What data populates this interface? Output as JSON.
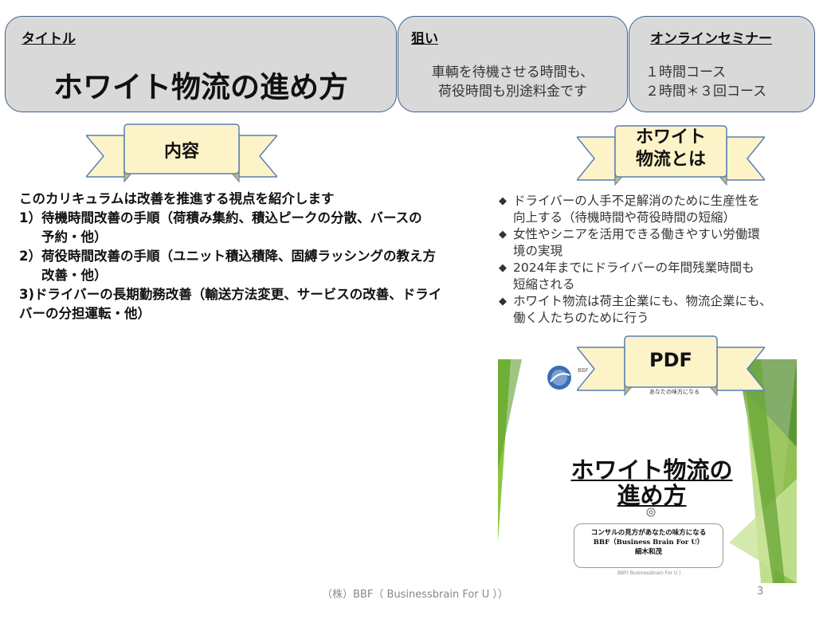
{
  "header": {
    "title_box": {
      "label": "タイトル",
      "title": "ホワイト物流の進め方"
    },
    "aim_box": {
      "label": "狙い",
      "lines": [
        "車輌を待機させる時間も、",
        "荷役時間も別途料金です"
      ]
    },
    "seminar_box": {
      "label": "オンラインセミナー",
      "lines": [
        "１時間コース",
        "２時間＊３回コース"
      ]
    }
  },
  "left": {
    "banner": "内容",
    "lines": [
      "このカリキュラムは改善を推進する視点を紹介します",
      "1）待機時間改善の手順（荷積み集約、積込ピークの分散、バースの",
      "予約・他）",
      "2）荷役時間改善の手順（ユニット積込積降、固縛ラッシングの教え方",
      "改善・他）",
      "3)ドライバーの長期勤務改善（輸送方法変更、サービスの改善、ドライ",
      "バーの分担運転・他）"
    ]
  },
  "right": {
    "banner_lines": [
      "ホワイト",
      "物流とは"
    ],
    "bullet_mark": "◆",
    "bullets": [
      [
        "ドライバーの人手不足解消のために生産性を",
        "向上する（待機時間や荷役時間の短縮）"
      ],
      [
        "女性やシニアを活用できる働きやすい労働環",
        "境の実現"
      ],
      [
        "2024年までにドライバーの年間残業時間も",
        "短縮される"
      ],
      [
        "ホワイト物流は荷主企業にも、物流企業にも、",
        "働く人たちのために行う"
      ]
    ],
    "pdf_banner": "PDF"
  },
  "thumbnail": {
    "logo_text": "BBF",
    "tagline": "あなたの味方になる",
    "title_lines": [
      "ホワイト物流の",
      "進め方"
    ],
    "box_lines": [
      "コンサルの見方があなたの味方になる",
      "BBF（Business Brain For U）",
      "細木和茂"
    ],
    "footer": "BBF( Businessbrain For U )"
  },
  "footer": {
    "company": "（株）BBF（ Businessbrain For U ））",
    "page_number": "3"
  },
  "colors": {
    "box_bg": "#d9d9d9",
    "box_border": "#3f5f8a",
    "banner_fill": "#fdf3c8",
    "banner_stroke": "#5a7fb0",
    "green": "#7ab648"
  }
}
